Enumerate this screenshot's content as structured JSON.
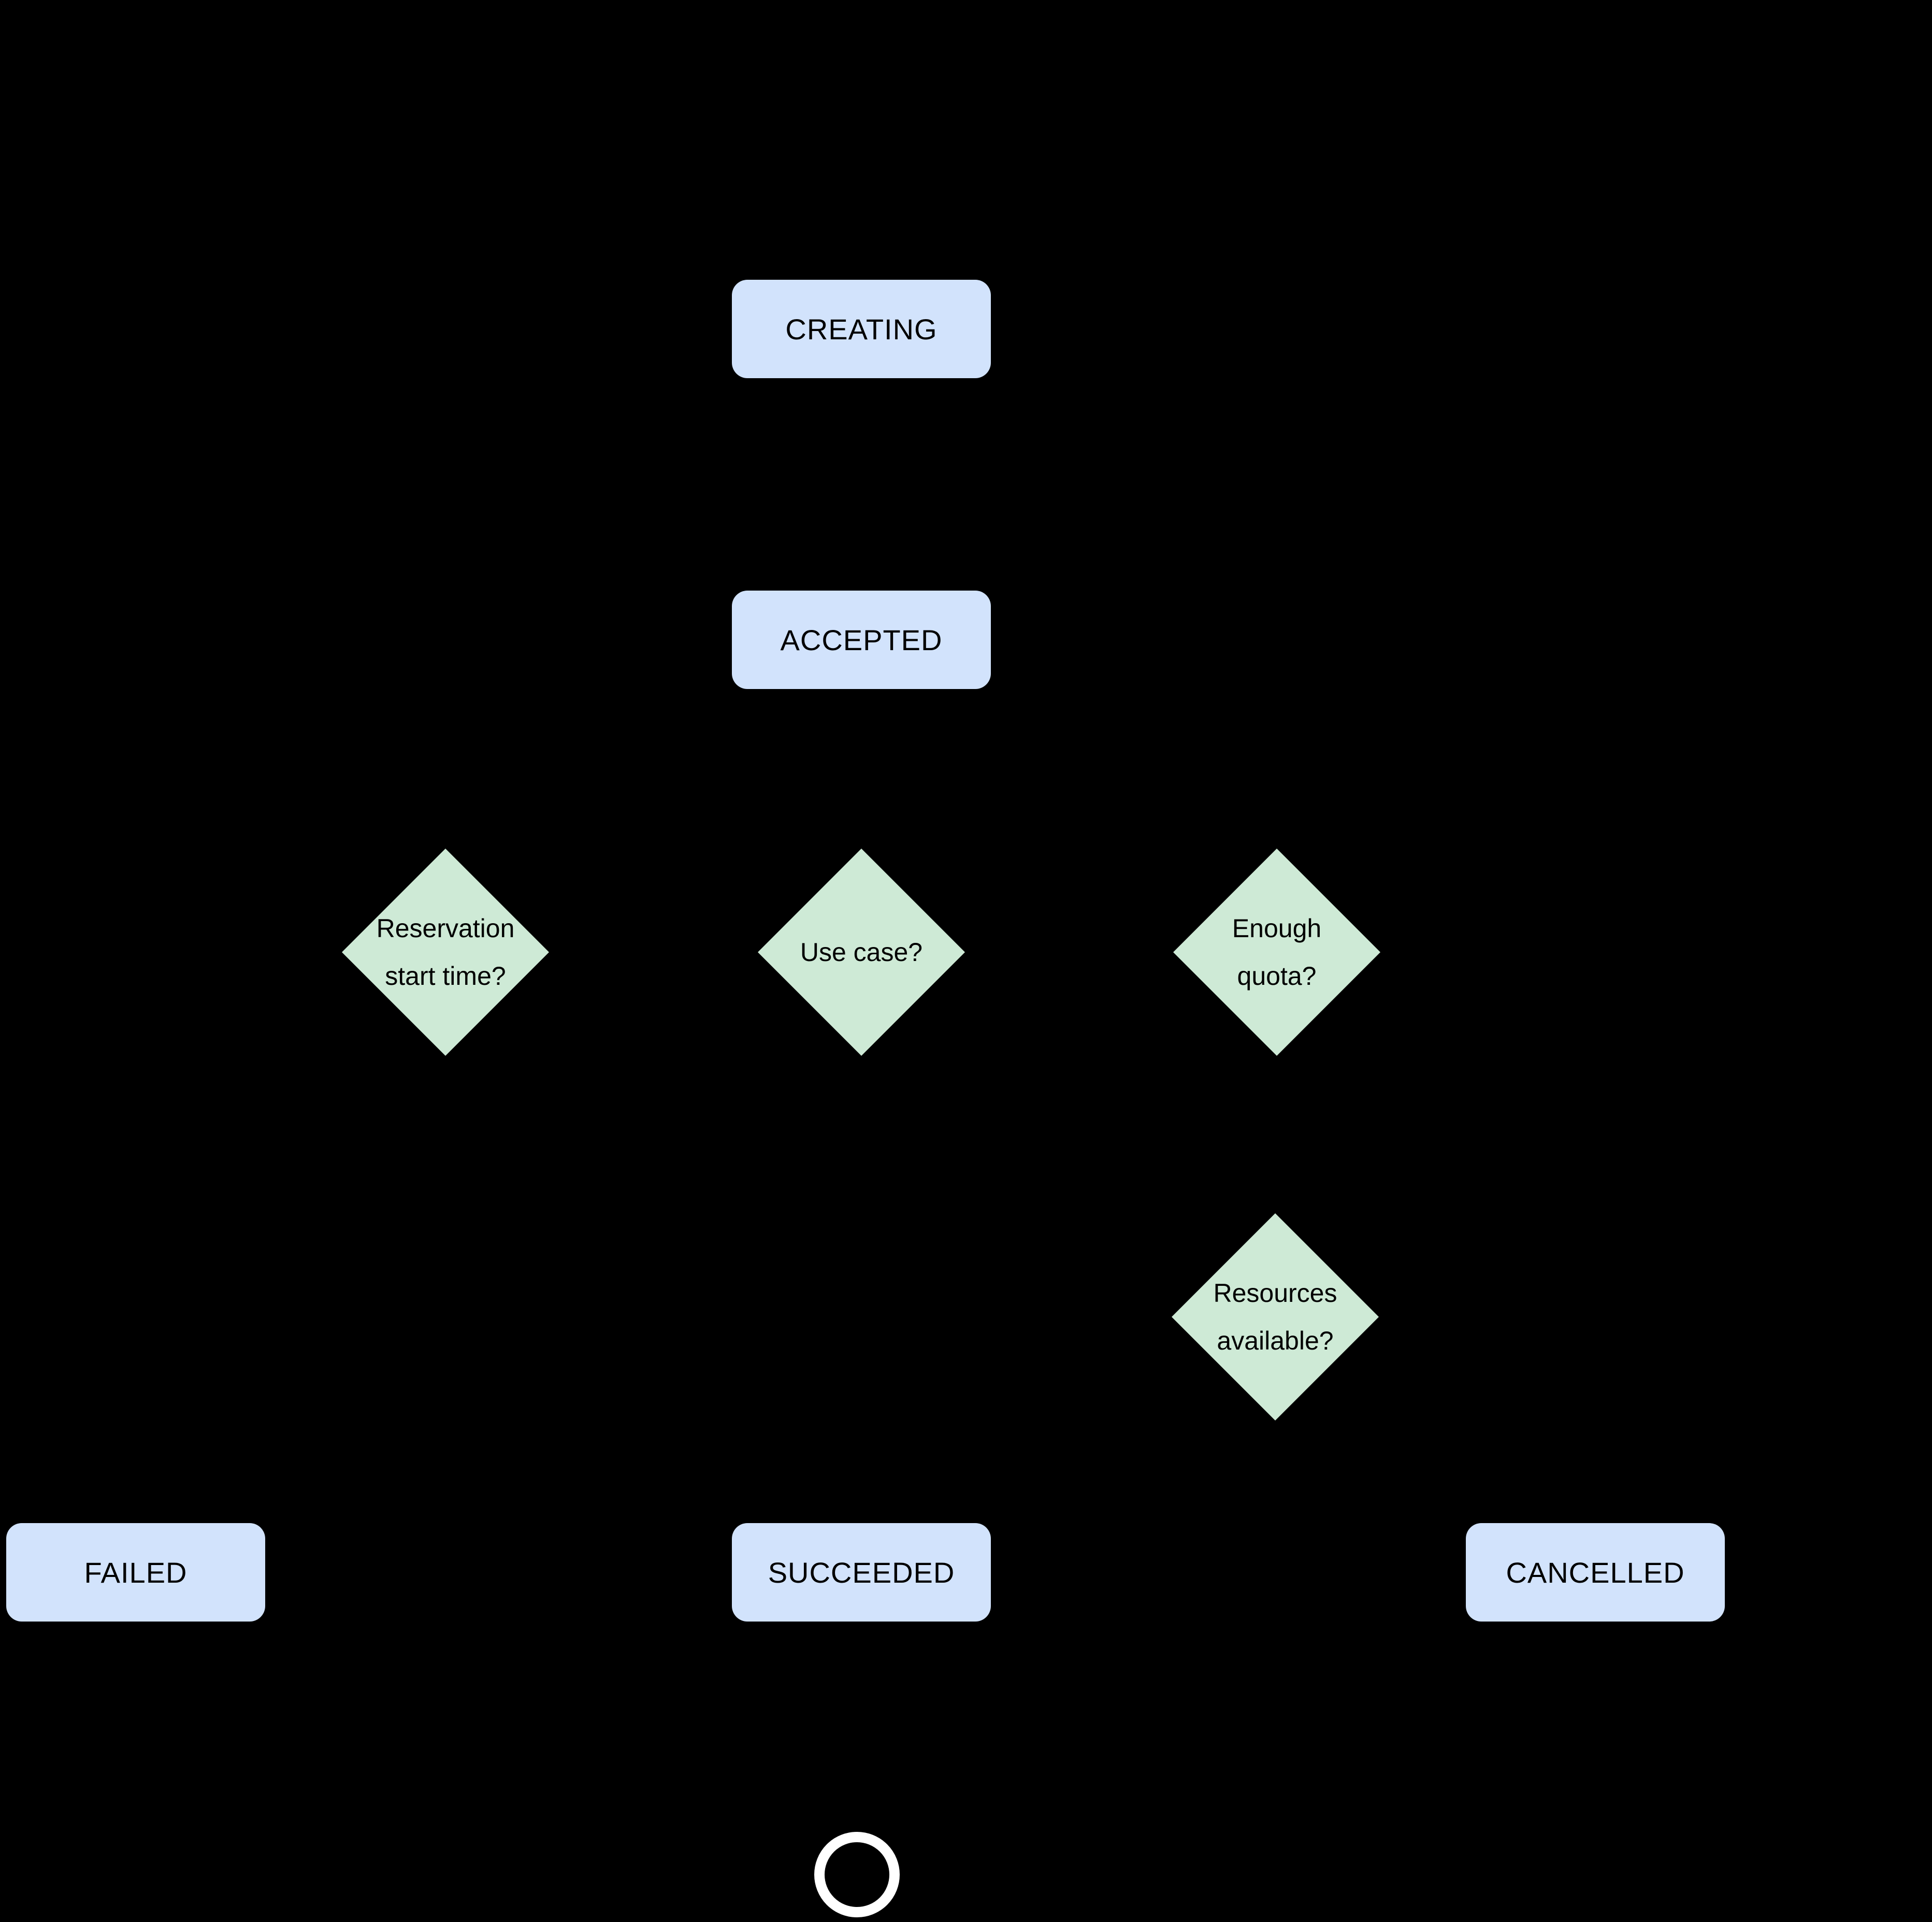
{
  "colors": {
    "background": "#000000",
    "state_fill": "#d2e3fc",
    "decision_fill": "#ceead6",
    "final_ring": "#ffffff",
    "text": "#000000"
  },
  "nodes": {
    "creating": "CREATING",
    "accepted": "ACCEPTED",
    "reservation_start_time": "Reservation\nstart time?",
    "use_case": "Use case?",
    "enough_quota": "Enough\nquota?",
    "resources_available": "Resources\navailable?",
    "failed": "FAILED",
    "succeeded": "SUCCEEDED",
    "cancelled": "CANCELLED"
  }
}
